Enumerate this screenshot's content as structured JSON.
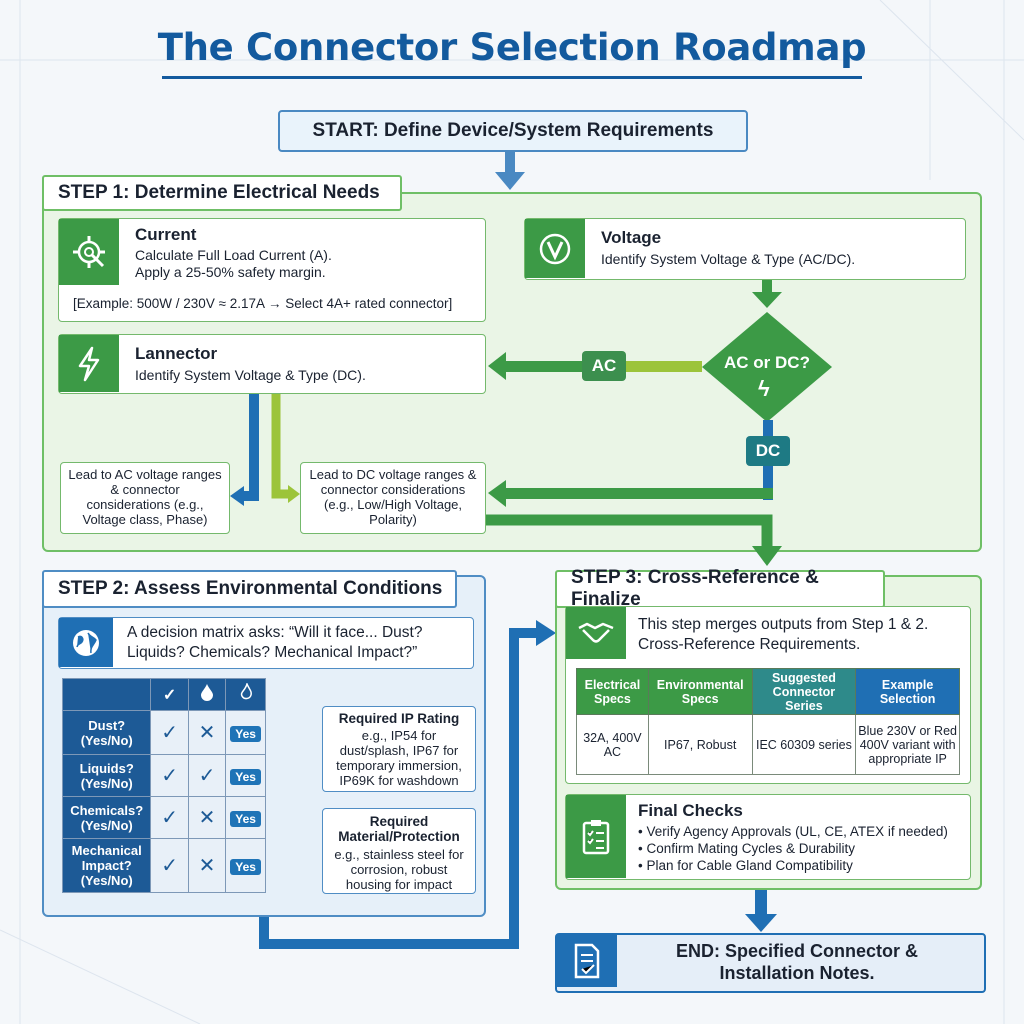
{
  "title": "The Connector Selection Roadmap",
  "start": "START: Define Device/System Requirements",
  "step1": {
    "heading": "STEP 1: Determine Electrical Needs",
    "current": {
      "title": "Current",
      "line1": "Calculate Full Load Current (A).",
      "line2": "Apply a 25-50% safety margin.",
      "example": "[Example: 500W / 230V ≈ 2.17A → Select 4A+ rated connector]"
    },
    "voltage": {
      "title": "Voltage",
      "text": "Identify System Voltage & Type (AC/DC)."
    },
    "lannector": {
      "title": "Lannector",
      "text": "Identify System Voltage & Type (DC)."
    },
    "decision": "AC or DC?",
    "ac_label": "AC",
    "dc_label": "DC",
    "ac_lead": "Lead to AC voltage ranges & connector considerations (e.g., Voltage class, Phase)",
    "dc_lead": "Lead to DC voltage ranges & connector considerations (e.g., Low/High Voltage, Polarity)"
  },
  "step2": {
    "heading": "STEP 2: Assess Environmental Conditions",
    "question": "A decision matrix asks: “Will it face... Dust? Liquids? Chemicals? Mechanical Impact?”",
    "matrix": {
      "header_icons": [
        "check-icon",
        "drop-icon",
        "flame-icon"
      ],
      "header_glyphs": [
        "✓",
        "💧",
        "🔥"
      ],
      "rows": [
        {
          "label": "Dust? (Yes/No)",
          "c1": "✓",
          "c2": "✕",
          "c3": "Yes"
        },
        {
          "label": "Liquids? (Yes/No)",
          "c1": "✓",
          "c2": "✓",
          "c3": "Yes"
        },
        {
          "label": "Chemicals? (Yes/No)",
          "c1": "✓",
          "c2": "✕",
          "c3": "Yes"
        },
        {
          "label": "Mechanical Impact? (Yes/No)",
          "c1": "✓",
          "c2": "✕",
          "c3": "Yes"
        }
      ]
    },
    "ip": {
      "title": "Required IP Rating",
      "text": "e.g., IP54 for dust/splash, IP67 for temporary immersion, IP69K for washdown"
    },
    "material": {
      "title": "Required Material/Protection",
      "text": "e.g., stainless steel for corrosion, robust housing for impact"
    }
  },
  "step3": {
    "heading": "STEP 3: Cross-Reference & Finalize",
    "intro": "This step merges outputs from Step 1 & 2. Cross-Reference Requirements.",
    "table": {
      "headers": [
        "Electrical Specs",
        "Environmental Specs",
        "Suggested Connector Series",
        "Example Selection"
      ],
      "row": [
        "32A, 400V AC",
        "IP67, Robust",
        "IEC 60309 series",
        "Blue 230V or Red 400V variant with appropriate IP"
      ]
    },
    "final": {
      "title": "Final Checks",
      "items": [
        "• Verify Agency Approvals (UL, CE, ATEX if needed)",
        "• Confirm Mating Cycles & Durability",
        "• Plan for Cable Gland Compatibility"
      ]
    }
  },
  "end": "END: Specified Connector & Installation Notes.",
  "colors": {
    "blue": "#1f6fb4",
    "green": "#3c9a46",
    "lime": "#9cc43a",
    "teal": "#1e7a84"
  }
}
